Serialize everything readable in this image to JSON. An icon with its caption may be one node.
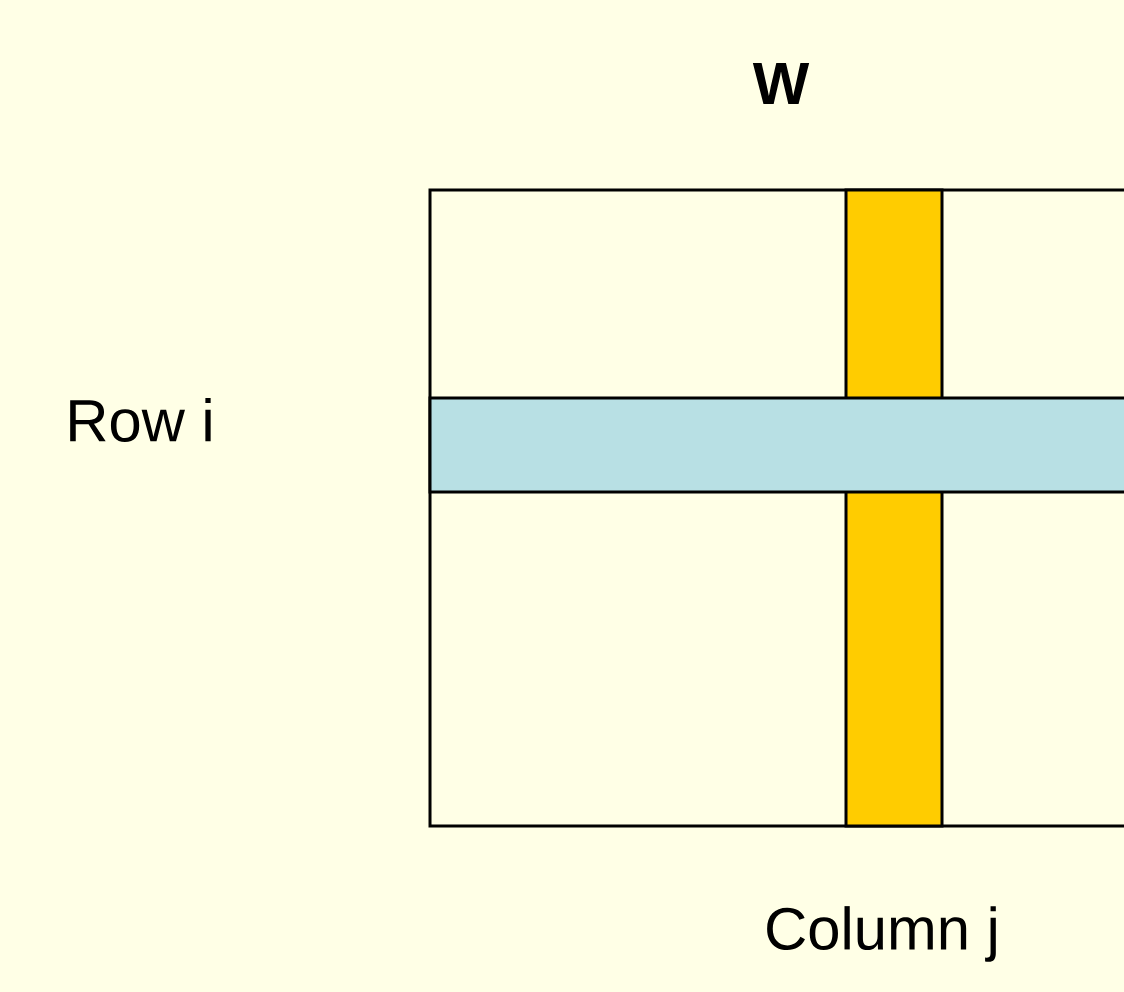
{
  "diagram": {
    "nodes": [
      {
        "text": [
          "W"
        ]
      },
      {
        "text": [],
        "shape": "bar",
        "in": 0
      },
      {
        "text": [],
        "shape": "bar",
        "in": 0
      }
    ],
    "labels": [
      "Row i",
      "Column j"
    ]
  }
}
